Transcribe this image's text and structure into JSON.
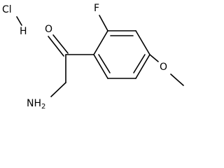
{
  "molecule": {
    "salt": {
      "chlorine": "Cl",
      "hydrogen": "H"
    },
    "atoms": {
      "oxygen_carbonyl": "O",
      "fluorine": "F",
      "oxygen_methoxy": "O",
      "amine": "NH",
      "amine_subscript": "2"
    }
  }
}
